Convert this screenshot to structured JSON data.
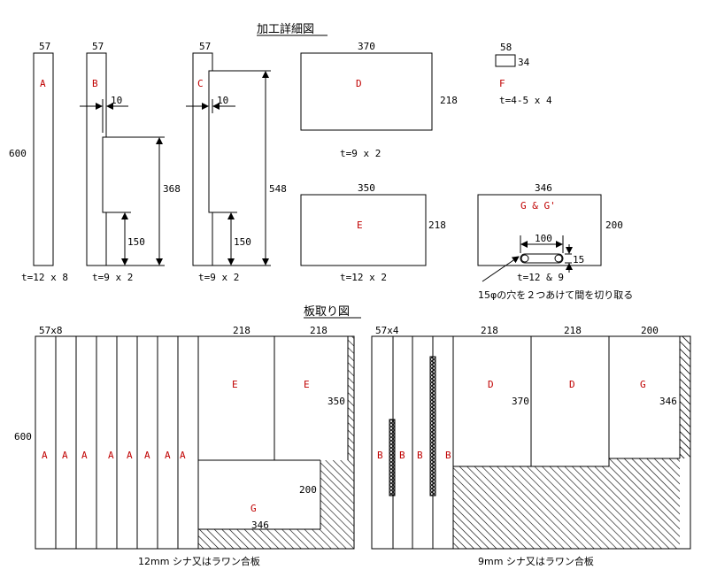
{
  "titles": {
    "detail": "加工詳細図",
    "cutting": "板取り図"
  },
  "parts": {
    "A": {
      "label": "A",
      "width": "57",
      "height": "600",
      "spec": "t=12 x 8"
    },
    "B": {
      "label": "B",
      "width": "57",
      "notch": "10",
      "dim_a": "368",
      "dim_b": "150",
      "spec": "t=9 x 2"
    },
    "C": {
      "label": "C",
      "width": "57",
      "notch": "10",
      "dim_a": "548",
      "dim_b": "150",
      "spec": "t=9 x 2"
    },
    "D": {
      "label": "D",
      "width": "370",
      "height": "218",
      "spec": "t=9 x 2"
    },
    "E": {
      "label": "E",
      "width": "350",
      "height": "218",
      "spec": "t=12 x 2"
    },
    "F": {
      "label": "F",
      "width": "58",
      "height": "34",
      "spec": "t=4-5 x 4"
    },
    "G": {
      "label": "G & G'",
      "width": "346",
      "height": "200",
      "slot_len": "100",
      "slot_h": "15",
      "spec": "t=12 & 9"
    }
  },
  "hole_note": "15φの穴を２つあけて間を切り取る",
  "sheet12": {
    "a_width_label": "57x8",
    "height_label": "600",
    "e_width_label": "218",
    "e_height_label": "350",
    "g_height_label": "200",
    "g_width_label": "346",
    "labels": {
      "A": "A",
      "E": "E",
      "G": "G"
    },
    "caption": "12mm シナ又はラワン合板"
  },
  "sheet9": {
    "b_width_label": "57x4",
    "d_width_label": "218",
    "d_height_label": "370",
    "g_width_label": "200",
    "g_height_label": "346",
    "labels": {
      "B": "B",
      "D": "D",
      "G": "G"
    },
    "caption": "9mm シナ又はラワン合板"
  },
  "colors": {
    "label_red": "#c00000",
    "line": "#000000"
  }
}
